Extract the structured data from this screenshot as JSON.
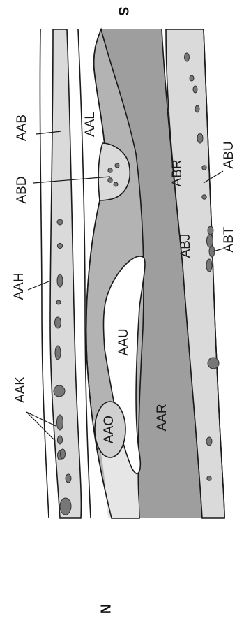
{
  "compass": {
    "top": "S",
    "bottom": "N"
  },
  "labels": {
    "AAB": "AAB",
    "AAL": "AAL",
    "ABD": "ABD",
    "AAH": "AAH",
    "AAK": "AAK",
    "AAU": "AAU",
    "AAO": "AAO",
    "AAR": "AAR",
    "ABR": "ABR",
    "ABJ": "ABJ",
    "ABU": "ABU",
    "ABT": "ABT"
  },
  "colors": {
    "light_tissue": "#dadada",
    "mid_tissue": "#b3b3b3",
    "dark_tissue": "#9e9e9e",
    "cells": "#777777",
    "outline": "#1a1a1a"
  }
}
